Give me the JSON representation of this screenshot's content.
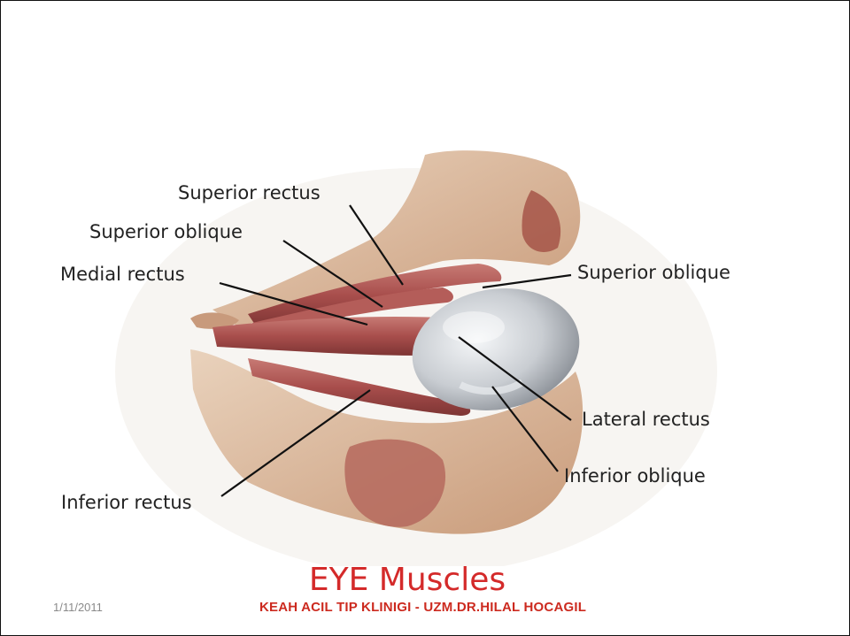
{
  "labels": {
    "superior_rectus": "Superior rectus",
    "superior_oblique_left": "Superior oblique",
    "medial_rectus": "Medial rectus",
    "superior_oblique_right": "Superior oblique",
    "lateral_rectus": "Lateral rectus",
    "inferior_oblique": "Inferior oblique",
    "inferior_rectus": "Inferior rectus"
  },
  "title": "EYE Muscles",
  "footer": {
    "date": "1/11/2011",
    "text": "KEAH ACIL TIP KLINIGI - UZM.DR.HILAL HOCAGIL"
  },
  "colors": {
    "bone": "#d9b79a",
    "muscle": "#a84e4c",
    "eyeball": "#c9cdd2",
    "title": "#d42a2a",
    "footer": "#cc2a1f"
  }
}
